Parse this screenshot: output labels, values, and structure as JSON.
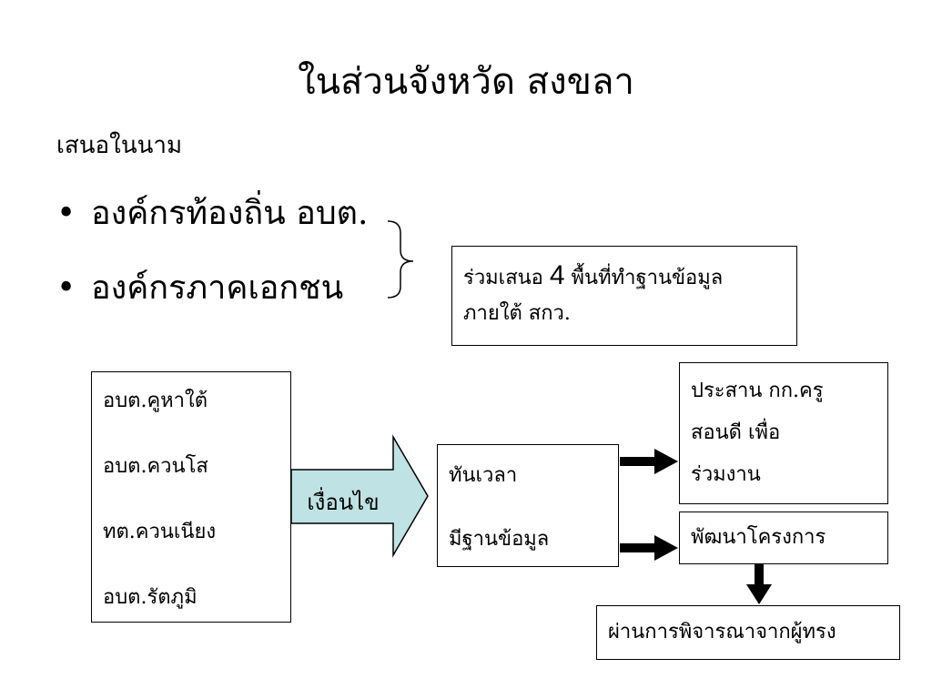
{
  "title": "ในส่วนจังหวัด สงขลา",
  "subtitle": "เสนอในนาม",
  "bullets": [
    {
      "marker": "•",
      "text": "องค์กรท้องถิ่น อบต."
    },
    {
      "marker": "•",
      "text": "องค์กรภาคเอกชน"
    }
  ],
  "joint_box": {
    "line1_prefix": "ร่วมเสนอ ",
    "line1_number": "4",
    "line1_suffix": " พื้นที่ทำฐานข้อมูล",
    "line2": "ภายใต้ สกว."
  },
  "areas": [
    "อบต.คูหาใต้",
    "อบต.ควนโส",
    "ทต.ควนเนียง",
    "อบต.รัตภูมิ"
  ],
  "condition_label": "เงื่อนไข",
  "conditions": [
    "ทันเวลา",
    "มีฐานข้อมูล"
  ],
  "coordinate_box": [
    "ประสาน กก.ครู",
    "สอนดี เพื่อ",
    "ร่วมงาน"
  ],
  "develop_box": "พัฒนาโครงการ",
  "review_box": "ผ่านการพิจารณาจากผู้ทรง",
  "colors": {
    "arrow_fill": "#bfe3e5",
    "stroke": "#000000"
  }
}
